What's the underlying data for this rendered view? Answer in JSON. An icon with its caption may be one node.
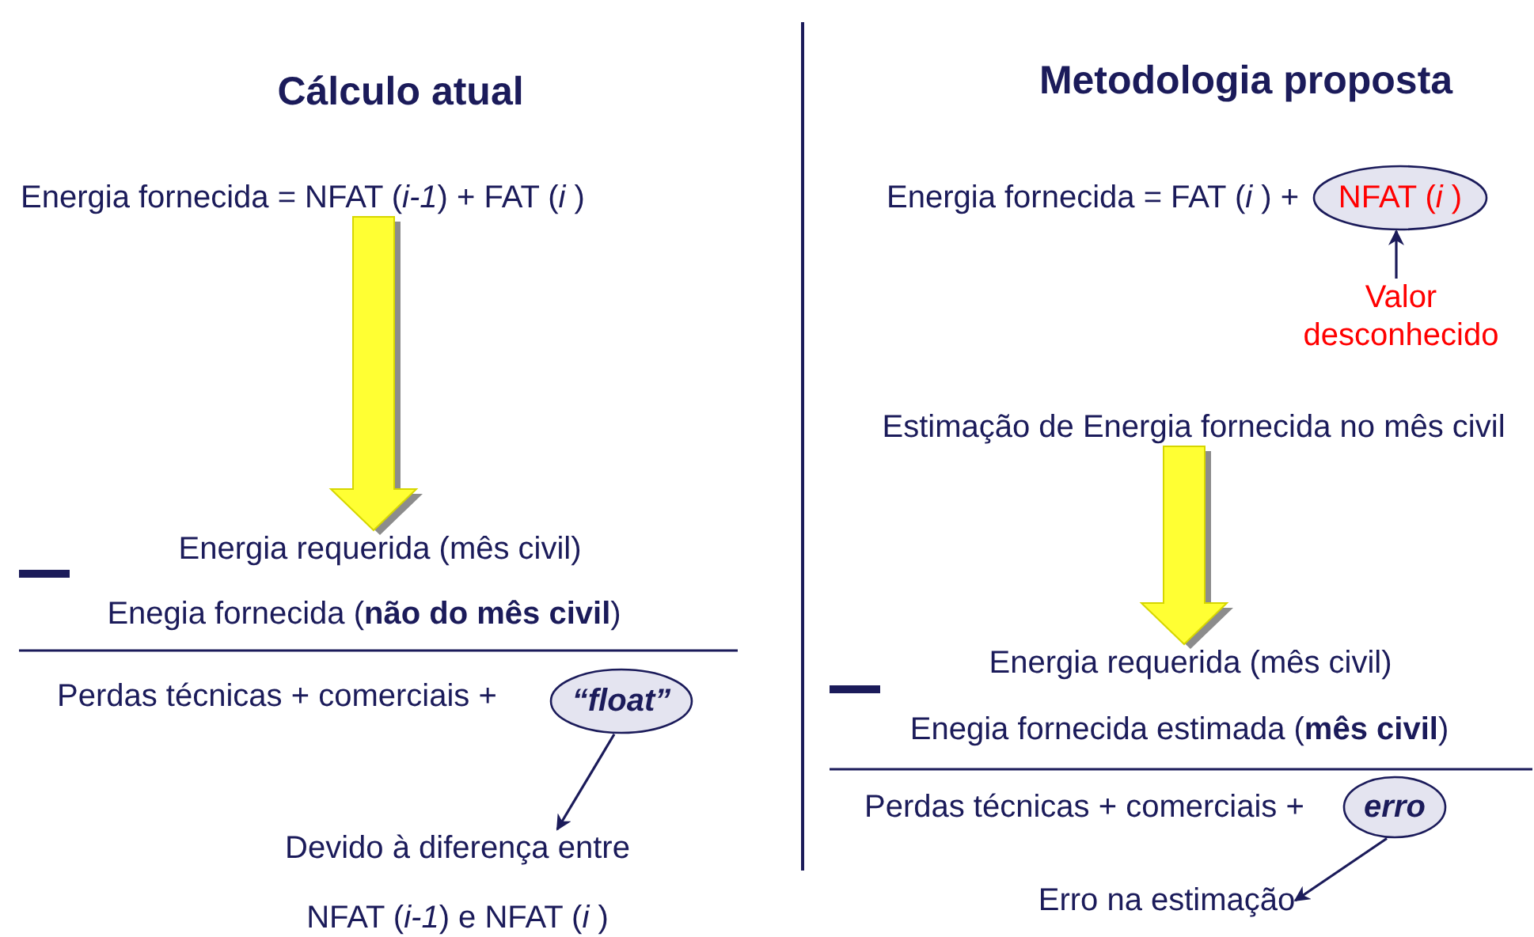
{
  "diagram": {
    "nodes": [
      {
        "text": [
          "Energia fornecida = NFAT (*i-1*) + FAT (*i* )"
        ]
      },
      {
        "text": [
          "Energia requerida (mês civil)"
        ]
      },
      {
        "text": [
          "“float”"
        ]
      },
      {
        "text": [
          "Devido à diferença entre",
          "NFAT (*i-1*) e NFAT (*i* )"
        ]
      },
      {
        "text": [
          "Energia fornecida = FAT (*i* ) +"
        ]
      },
      {
        "text": [
          "NFAT (*i* )"
        ]
      },
      {
        "text": [
          "Valor desconhecido"
        ]
      },
      {
        "text": [
          "Estimação de Energia fornecida no mês civil"
        ]
      },
      {
        "text": [
          "Energia requerida (mês civil)"
        ]
      },
      {
        "text": [
          "erro"
        ]
      },
      {
        "text": [
          "Erro na estimação"
        ]
      }
    ],
    "edges": [
      {
        "from": 0,
        "to": 1,
        "arrow": "to",
        "style": "thick",
        "color": "#ffff33"
      },
      {
        "from": 2,
        "to": 3,
        "arrow": "to"
      },
      {
        "from": 6,
        "to": 5,
        "arrow": "to"
      },
      {
        "from": 7,
        "to": 8,
        "arrow": "to",
        "style": "thick",
        "color": "#ffff33"
      },
      {
        "from": 9,
        "to": 10,
        "arrow": "to"
      }
    ],
    "labels": [
      "Cálculo atual",
      "Metodologia proposta",
      "Enegia fornecida (**não do mês civil**)",
      "Perdas técnicas + comerciais +",
      "Enegia fornecida estimada (**mês civil**)",
      "Perdas técnicas + comerciais +"
    ]
  }
}
